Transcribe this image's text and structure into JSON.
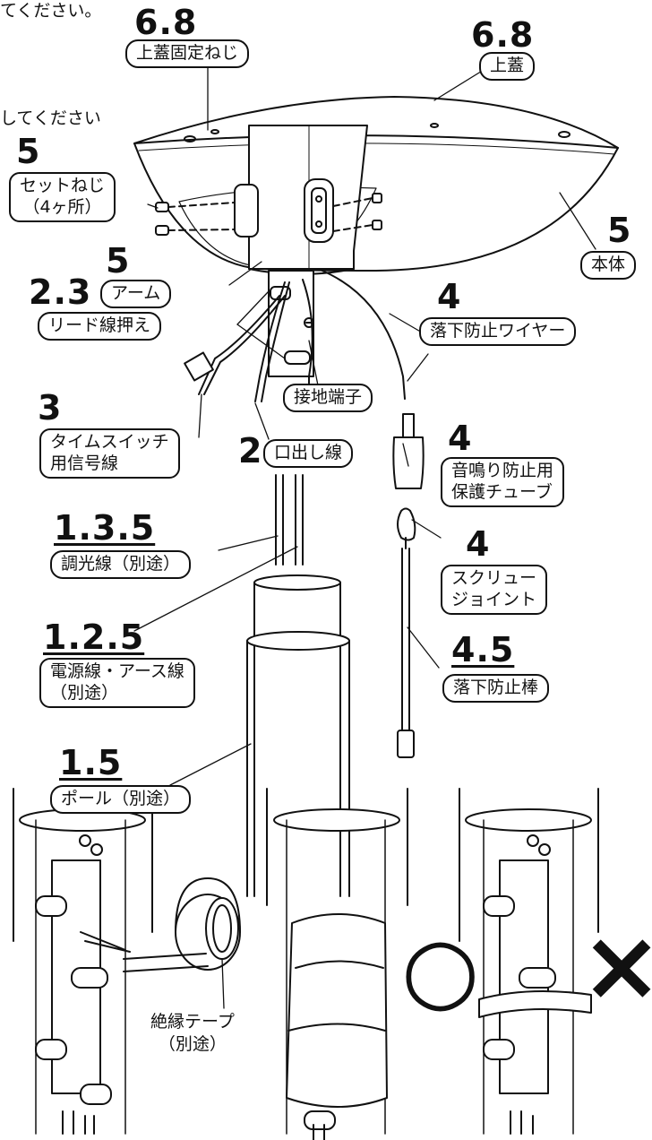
{
  "top_fragment_left": "てください。",
  "top_fragment_mid": "してください",
  "callouts": {
    "top_screw": {
      "num": "6.8",
      "label": "上蓋固定ねじ"
    },
    "top_cover": {
      "num": "6.8",
      "label": "上蓋"
    },
    "set_screw": {
      "num": "5",
      "label_line1": "セットねじ",
      "label_line2": "（4ヶ所）"
    },
    "body": {
      "num": "5",
      "label": "本体"
    },
    "arm": {
      "num": "5",
      "label": "アーム"
    },
    "lead_clamp": {
      "num": "2.3",
      "label": "リード線押え"
    },
    "fall_wire": {
      "num": "4",
      "label": "落下防止ワイヤー"
    },
    "ground_terminal": {
      "label": "接地端子"
    },
    "timer_wire": {
      "num": "3",
      "label_line1": "タイムスイッチ",
      "label_line2": "用信号線"
    },
    "outlet_wire": {
      "num": "2",
      "label": "口出し線"
    },
    "tube": {
      "num": "4",
      "label_line1": "音鳴り防止用",
      "label_line2": "保護チューブ"
    },
    "dimmer_wire": {
      "num": "1.3.5",
      "label": "調光線（別途）"
    },
    "screw_joint": {
      "num": "4",
      "label_line1": "スクリュー",
      "label_line2": "ジョイント"
    },
    "power_wire": {
      "num": "1.2.5",
      "label_line1": "電源線・アース線",
      "label_line2": "（別途）"
    },
    "fall_rod": {
      "num": "4.5",
      "label": "落下防止棒"
    },
    "pole": {
      "num": "1.5",
      "label": "ポール（別途）"
    }
  },
  "tape_note": {
    "line1": "絶縁テープ",
    "line2": "（別途）"
  },
  "marks": {
    "ok": "○",
    "ng": "×"
  }
}
